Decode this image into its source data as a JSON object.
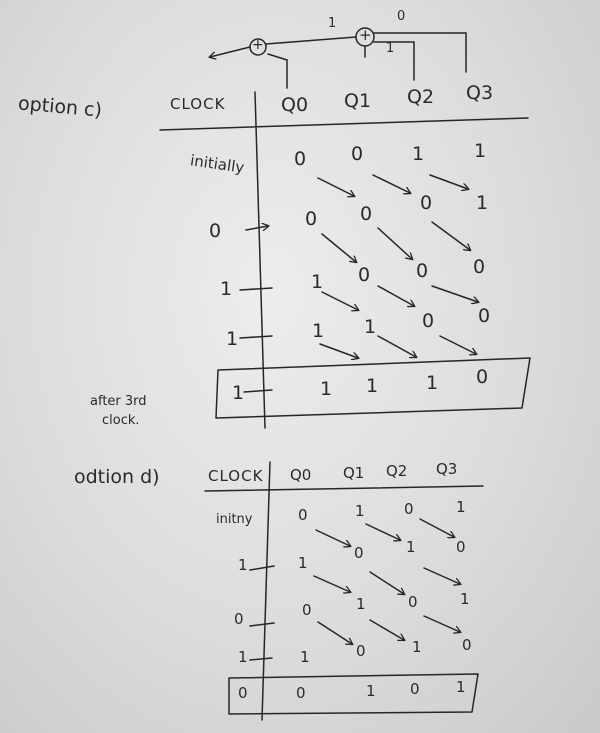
{
  "circuit": {
    "xor_symbol": "+",
    "feedback_labels": [
      "1",
      "0",
      "1"
    ],
    "outputs": [
      "Q0",
      "Q1",
      "Q2",
      "Q3"
    ]
  },
  "option_c": {
    "label": "option c)",
    "clock_header": "CLOCK",
    "columns": [
      "Q0",
      "Q1",
      "Q2",
      "Q3"
    ],
    "rows": [
      {
        "clock": "initially",
        "values": [
          "0",
          "0",
          "1",
          "1"
        ]
      },
      {
        "clock": "0",
        "values": [
          "0",
          "0",
          "0",
          "1"
        ]
      },
      {
        "clock": "1",
        "values": [
          "1",
          "0",
          "0",
          "0"
        ]
      },
      {
        "clock": "1",
        "values": [
          "1",
          "1",
          "0",
          "0"
        ]
      },
      {
        "clock": "1",
        "values": [
          "1",
          "1",
          "1",
          "0"
        ]
      }
    ],
    "note_line1": "after 3rd",
    "note_line2": "clock."
  },
  "option_d": {
    "label": "odtion d)",
    "clock_header": "CLOCK",
    "columns": [
      "Q0",
      "Q1",
      "Q2",
      "Q3"
    ],
    "rows": [
      {
        "clock": "initny",
        "values": [
          "0",
          "1",
          "0",
          "1"
        ]
      },
      {
        "clock": "1",
        "values": [
          "1",
          "0",
          "1",
          "0"
        ]
      },
      {
        "clock": "0",
        "values": [
          "0",
          "1",
          "0",
          "1"
        ]
      },
      {
        "clock": "1",
        "values": [
          "1",
          "0",
          "1",
          "0"
        ]
      },
      {
        "clock": "0",
        "values": [
          "0",
          "1",
          "0",
          "1"
        ]
      }
    ]
  }
}
